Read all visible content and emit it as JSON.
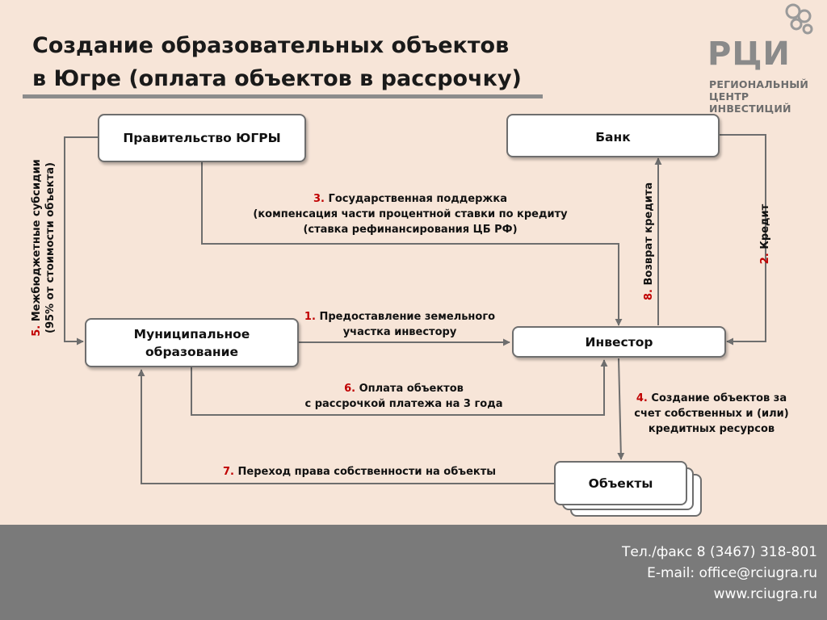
{
  "header": {
    "title_line1": "Создание образовательных объектов",
    "title_line2_bold": "в Югре",
    "title_line2_rest": " (оплата объектов в рассрочку)"
  },
  "logo": {
    "mark": "РЦИ",
    "caption_line1": "РЕГИОНАЛЬНЫЙ",
    "caption_line2": "ЦЕНТР ИНВЕСТИЦИЙ"
  },
  "nodes": {
    "government": "Правительство ЮГРЫ",
    "bank": "Банк",
    "municipality_line1": "Муниципальное",
    "municipality_line2": "образование",
    "investor": "Инвестор",
    "objects": "Объекты"
  },
  "flows": {
    "f1_num": "1.",
    "f1_line1": "Предоставление земельного",
    "f1_line2": "участка  инвестору",
    "f2_num": "2.",
    "f2_text": "Кредит",
    "f3_num": "3.",
    "f3_line1": "Государственная поддержка",
    "f3_line2": "(компенсация части процентной ставки по кредиту",
    "f3_line3": "(ставка рефинансирования ЦБ РФ)",
    "f4_num": "4.",
    "f4_line1": "Создание объектов за",
    "f4_line2": "счет собственных и (или)",
    "f4_line3": "кредитных ресурсов",
    "f5_num": "5.",
    "f5_line1": "Межбюджетные субсидии",
    "f5_line2": "(95% от стоимости объекта)",
    "f6_num": "6.",
    "f6_line1": "Оплата объектов",
    "f6_line2": "с рассрочкой платежа на 3 года",
    "f7_num": "7.",
    "f7_text": "Переход права собственности на объекты",
    "f8_num": "8.",
    "f8_text": "Возврат кредита"
  },
  "contacts": {
    "phone": "Тел./факс 8 (3467) 318-801",
    "email": "E-mail: office@rciugra.ru",
    "web": "www.rciugra.ru"
  },
  "colors": {
    "background": "#f7e5d8",
    "footer": "#7a7a7a",
    "step_number": "#c00000",
    "connector": "#6e6e6e"
  }
}
